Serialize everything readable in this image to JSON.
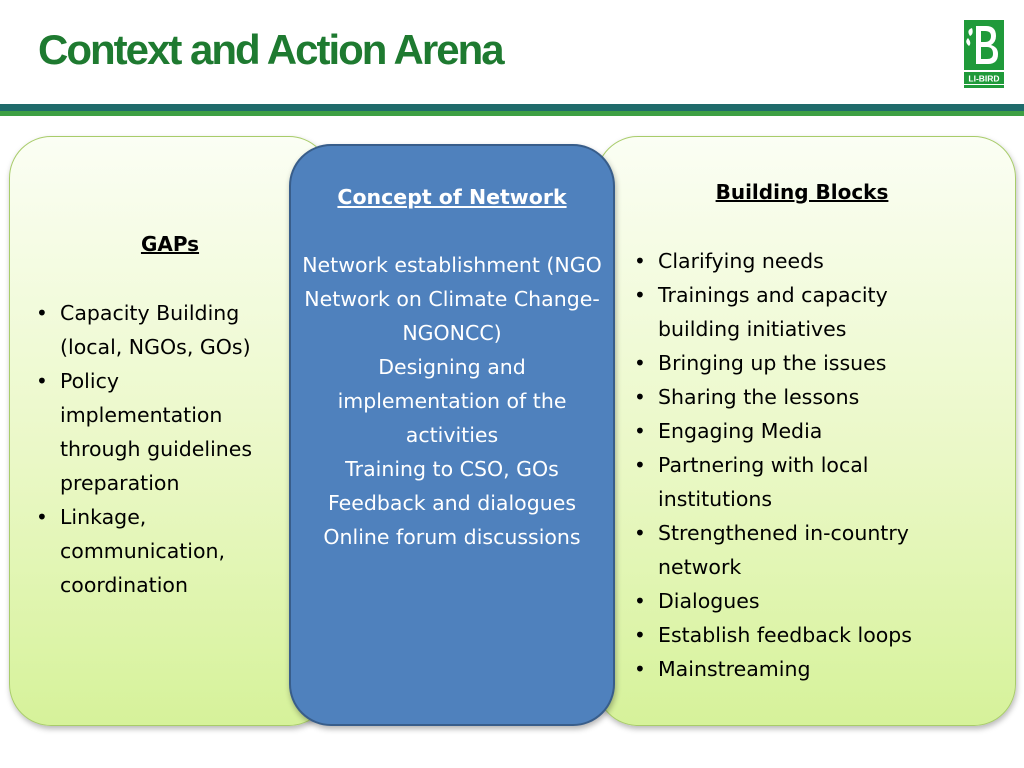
{
  "slide": {
    "title": "Context and Action Arena",
    "logo_text": "LI-BIRD"
  },
  "left_panel": {
    "heading": "GAPs",
    "items": [
      "Capacity Building (local, NGOs, GOs)",
      "Policy implementation through guidelines preparation",
      "Linkage, communication, coordination"
    ]
  },
  "center_panel": {
    "heading": "Concept of Network",
    "lines": [
      "Network establishment (NGO Network on Climate Change-NGONCC)",
      "Designing and implementation of the activities",
      "Training to CSO, GOs",
      "Feedback and dialogues",
      "Online forum discussions"
    ]
  },
  "right_panel": {
    "heading": "Building Blocks",
    "items": [
      "Clarifying needs",
      "Trainings and capacity building initiatives",
      "Bringing up the issues",
      "Sharing the lessons",
      "Engaging Media",
      "Partnering with local institutions",
      "Strengthened in-country network",
      "Dialogues",
      "Establish feedback loops",
      "Mainstreaming"
    ]
  },
  "colors": {
    "title_green": "#1e7a30",
    "center_blue": "#4f81bd",
    "panel_green": "#d6f29a",
    "rule_teal": "#1f6b6b",
    "rule_green": "#3ea043"
  }
}
